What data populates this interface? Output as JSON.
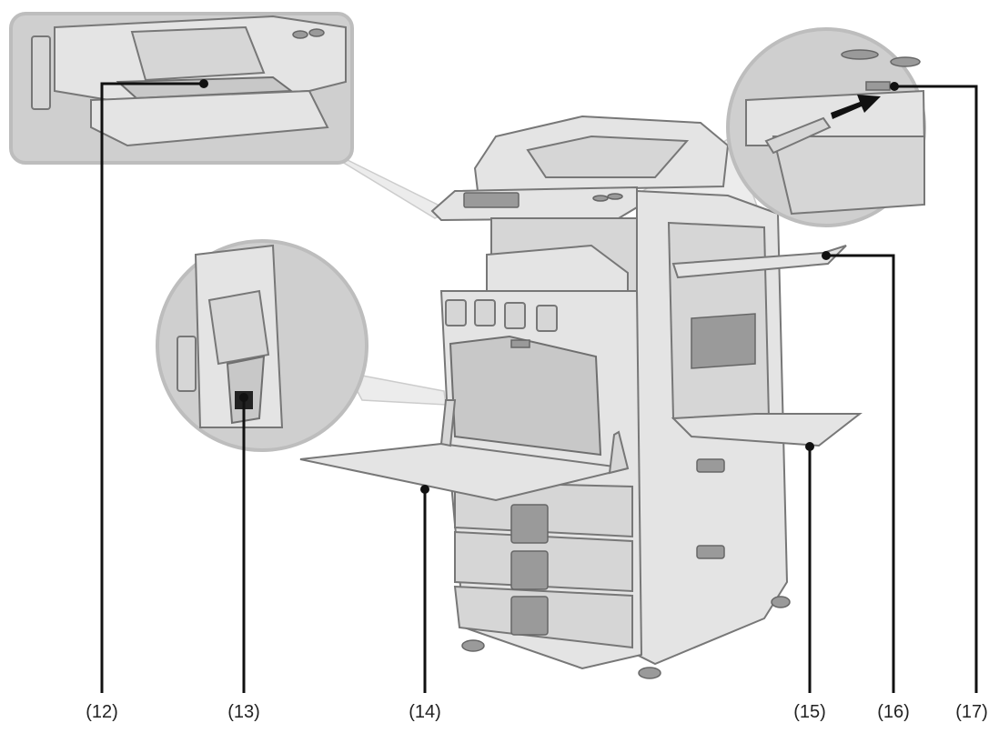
{
  "callouts": {
    "c12": "(12)",
    "c13": "(13)",
    "c14": "(14)",
    "c15": "(15)",
    "c16": "(16)",
    "c17": "(17)"
  },
  "colors": {
    "leader": "#111111",
    "machine_light": "#e4e4e4",
    "machine_mid": "#d6d6d6",
    "machine_dark": "#9a9a9a",
    "inset_fill": "#cfcfcf"
  }
}
